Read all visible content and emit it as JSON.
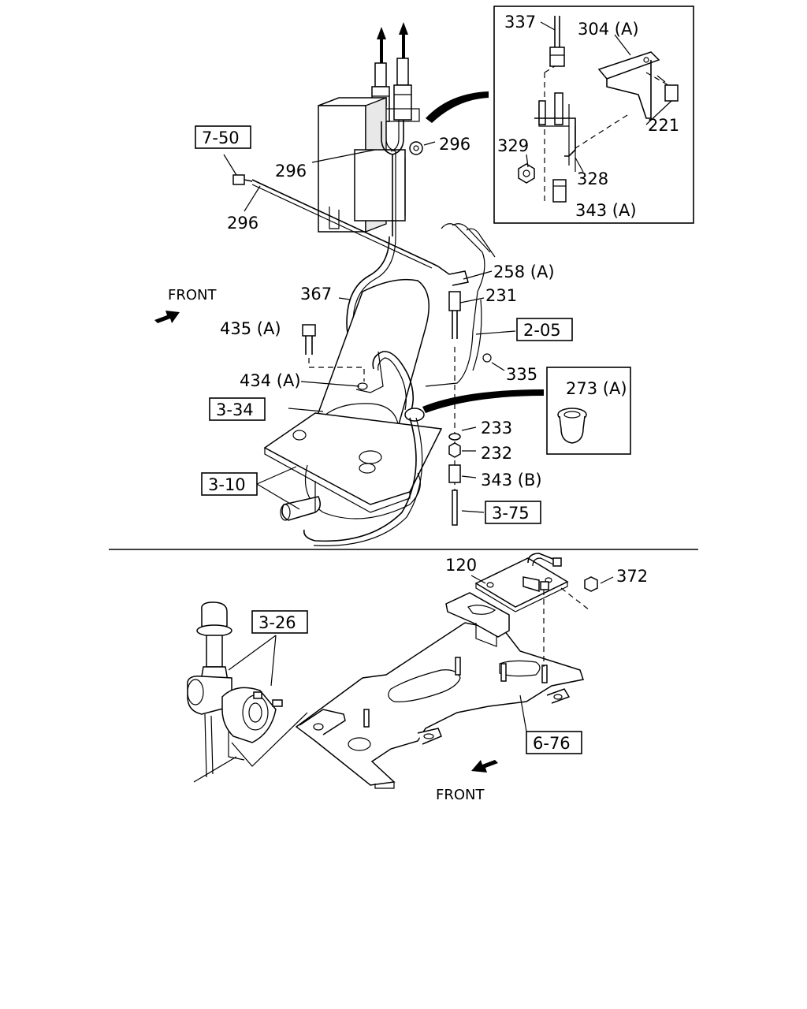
{
  "callouts": {
    "c337": "337",
    "c304a": "304 (A)",
    "c221": "221",
    "c329": "329",
    "c328": "328",
    "c343a": "343 (A)",
    "c296_top": "296",
    "c296_mid": "296",
    "c296_low": "296",
    "c258a": "258 (A)",
    "c367": "367",
    "c231": "231",
    "c435a": "435 (A)",
    "c335": "335",
    "c434a": "434 (A)",
    "c273a": "273 (A)",
    "c233": "233",
    "c232": "232",
    "c343b": "343 (B)",
    "c120": "120",
    "c372": "372"
  },
  "references": {
    "r750": "7-50",
    "r205": "2-05",
    "r334": "3-34",
    "r310": "3-10",
    "r375": "3-75",
    "r326": "3-26",
    "r676": "6-76"
  },
  "front_labels": {
    "upper": "FRONT",
    "lower": "FRONT"
  },
  "icons": {
    "direction_arrow": "front-arrow-icon",
    "flow_arrow": "up-arrow-icon"
  }
}
